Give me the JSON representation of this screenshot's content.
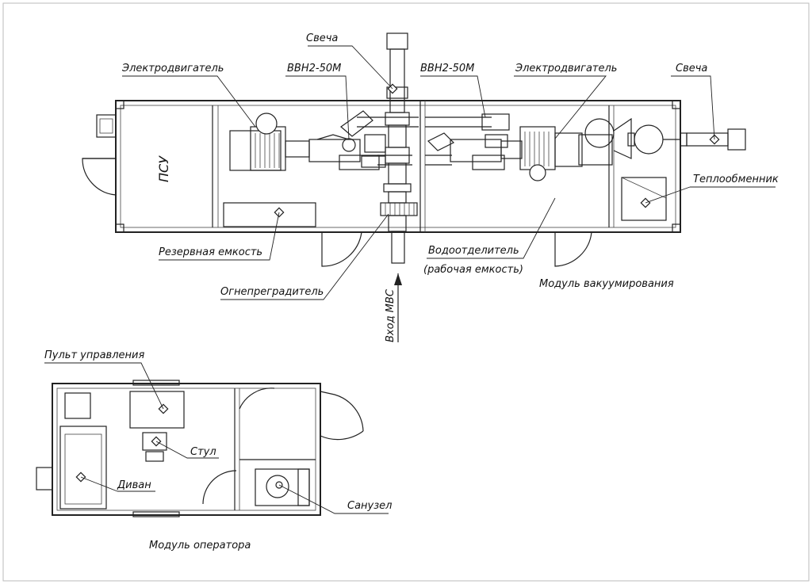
{
  "labels": {
    "svecha_top": "Свеча",
    "svecha_right": "Свеча",
    "motor_left": "Электродвигатель",
    "motor_right": "Электродвигатель",
    "pump_left": "ВВН2-50М",
    "pump_right": "ВВН2-50М",
    "psu": "ПСУ",
    "heat_exchanger": "Теплообменник",
    "reserve_tank": "Резервная емкость",
    "water_separator": "Водоотделитель",
    "working_tank": "(рабочая емкость)",
    "flame_arrester": "Огнепреградитель",
    "inlet": "Вход МВС",
    "vacuum_module": "Модуль вакуумирования",
    "control_panel": "Пульт управления",
    "chair": "Стул",
    "sofa": "Диван",
    "toilet": "Санузел",
    "operator_module": "Модуль оператора"
  },
  "colors": {
    "line": "#222222",
    "background": "#ffffff"
  }
}
